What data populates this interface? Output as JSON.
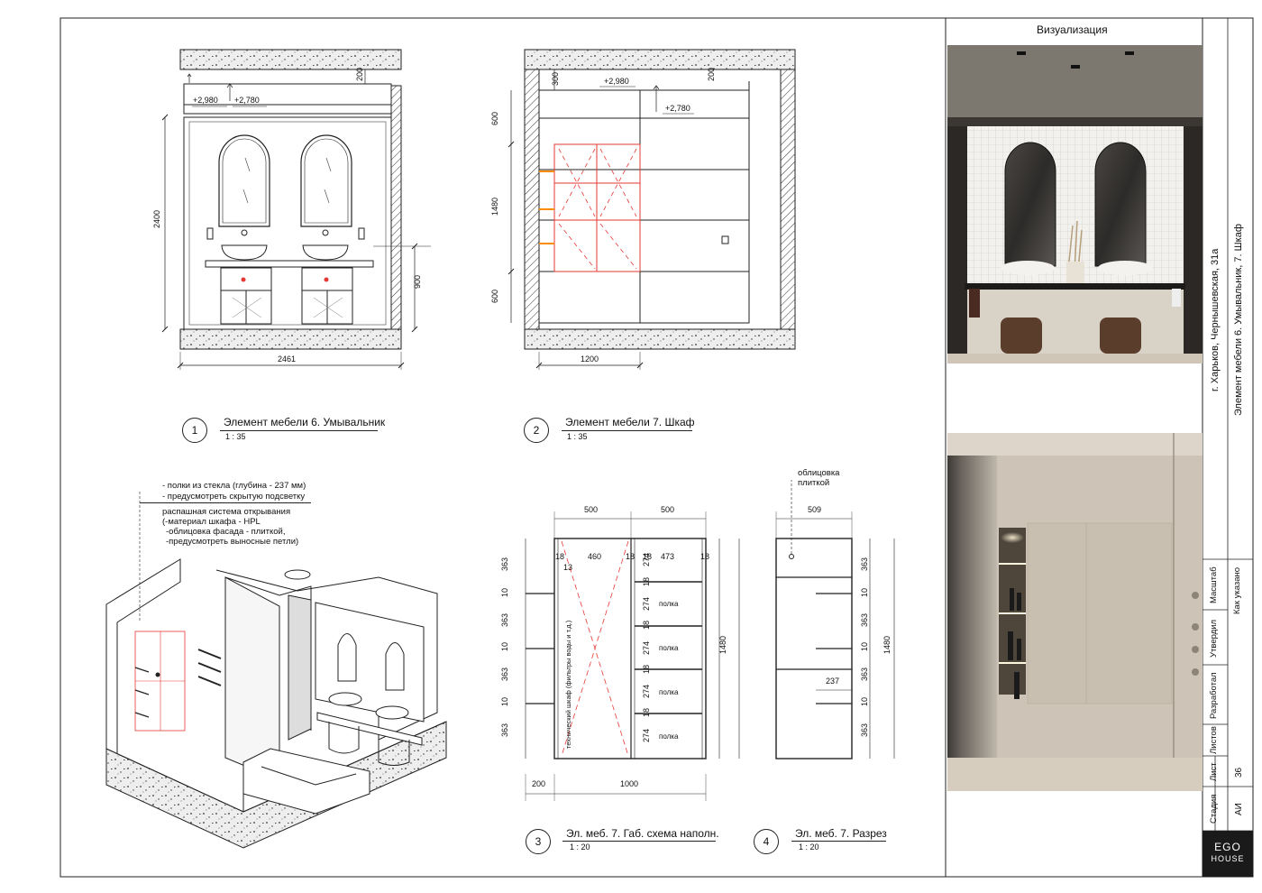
{
  "viz_title": "Визуализация",
  "address": "г. Харьков, Чернышевская, 31а",
  "sheet_title": "Элемент мебели 6. Умывальник, 7. Шкаф",
  "title_block": {
    "scale_label": "Масштаб",
    "scale_value": "Как указано",
    "approved_label": "Утвердил",
    "developed_label": "Разработал",
    "sheets_label": "Листов",
    "sheet_label": "Лист",
    "sheet_value": "36",
    "stage_label": "Стадия",
    "stage_value": "АИ",
    "logo_top": "EGO",
    "logo_bottom": "HOUSE"
  },
  "drawings": [
    {
      "num": "1",
      "title": "Элемент мебели 6. Умывальник",
      "scale": "1 : 35"
    },
    {
      "num": "2",
      "title": "Элемент мебели 7. Шкаф",
      "scale": "1 : 35"
    },
    {
      "num": "3",
      "title": "Эл. меб. 7. Габ. схема наполн.",
      "scale": "1 : 20"
    },
    {
      "num": "4",
      "title": "Эл. меб. 7. Разрез",
      "scale": "1 : 20"
    }
  ],
  "d1": {
    "level_a": "+2,980",
    "level_b": "+2,780",
    "dim_200": "200",
    "dim_2400": "2400",
    "dim_900": "900",
    "dim_2461": "2461"
  },
  "d2": {
    "level_a": "+2,980",
    "level_b": "+2,780",
    "dim_300": "300",
    "dim_200": "200",
    "dim_600a": "600",
    "dim_1480": "1480",
    "dim_600b": "600",
    "dim_1200": "1200"
  },
  "notes": {
    "line1": "- полки из стекла (глубина - 237 мм)",
    "line2": "- предусмотреть скрытую подсветку",
    "line3": "распашная система открывания",
    "line4": "(-материал шкафа - HPL",
    "line5": "-облицовка фасада - плиткой,",
    "line6": "-предусмотреть выносные петли)"
  },
  "d3": {
    "top500a": "500",
    "top500b": "500",
    "w18a": "18",
    "w460": "460",
    "w18b": "18",
    "w18c": "18",
    "w473": "473",
    "w18d": "18",
    "w13": "13",
    "left_dims": [
      "363",
      "10",
      "363",
      "10",
      "363",
      "10",
      "363"
    ],
    "right_dims": [
      "274",
      "18",
      "274",
      "18",
      "274",
      "18",
      "274",
      "18",
      "274"
    ],
    "shelf": "полка",
    "tech": "технический шкаф (фильтры воды и т.д.)",
    "total_h": "1480",
    "bottom200": "200",
    "bottom1000": "1000"
  },
  "d4": {
    "note1": "облицовка",
    "note2": "плиткой",
    "top509": "509",
    "left_dims": [
      "363",
      "10",
      "363",
      "10",
      "363",
      "10",
      "363"
    ],
    "total_h": "1480",
    "depth237": "237"
  }
}
